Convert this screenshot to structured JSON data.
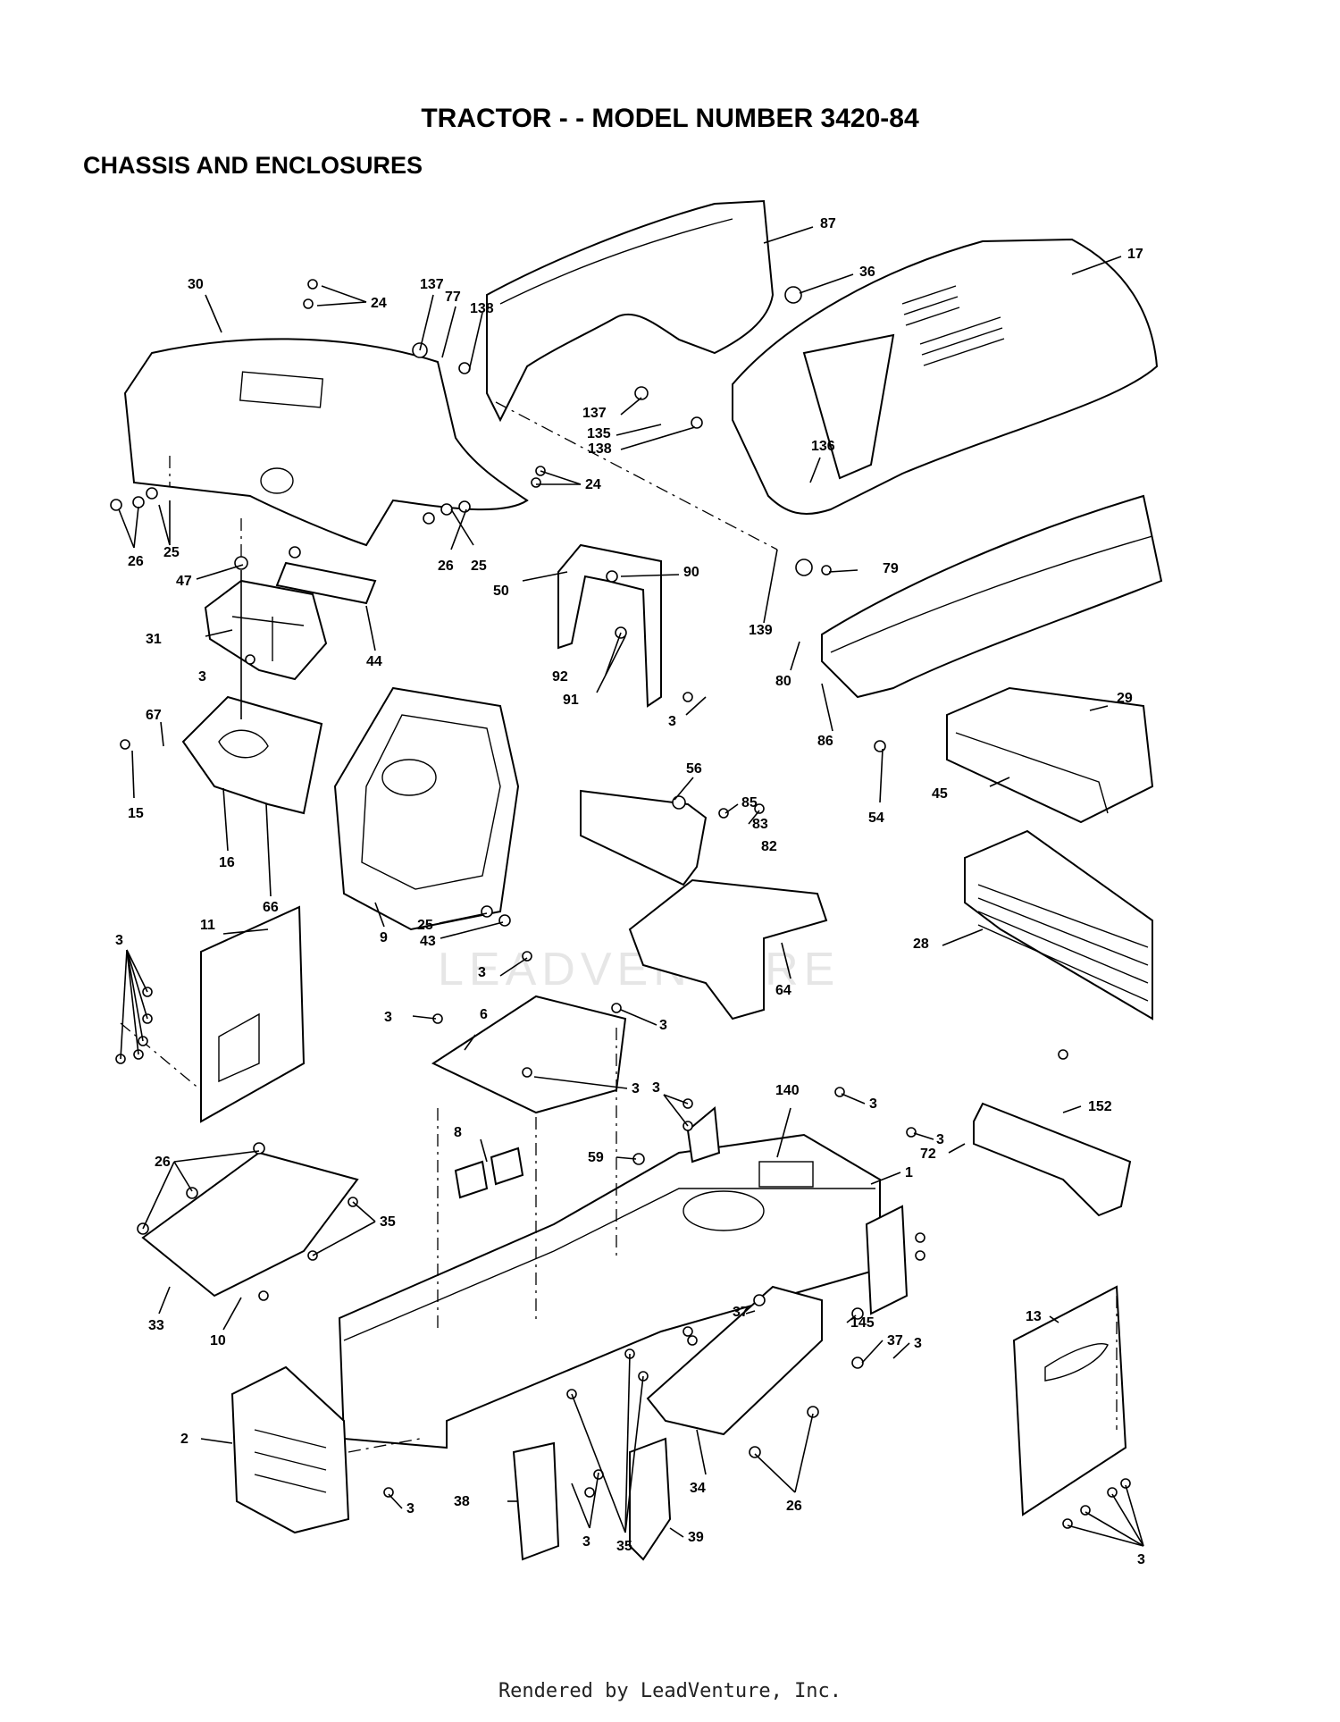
{
  "header": {
    "title": "TRACTOR - - MODEL NUMBER 3420-84",
    "section": "CHASSIS AND ENCLOSURES"
  },
  "watermark": "LEADVENTURE",
  "footer": "Rendered by LeadVenture, Inc.",
  "callouts": [
    "87",
    "36",
    "17",
    "137",
    "77",
    "138",
    "30",
    "24",
    "137",
    "135",
    "138",
    "136",
    "24",
    "25",
    "26",
    "26",
    "25",
    "47",
    "44",
    "31",
    "50",
    "90",
    "139",
    "80",
    "79",
    "92",
    "91",
    "86",
    "3",
    "3",
    "67",
    "15",
    "16",
    "66",
    "9",
    "25",
    "43",
    "56",
    "85",
    "83",
    "82",
    "29",
    "54",
    "45",
    "28",
    "64",
    "11",
    "3",
    "3",
    "6",
    "3",
    "3",
    "3",
    "8",
    "59",
    "3",
    "140",
    "3",
    "3",
    "72",
    "152",
    "1",
    "26",
    "35",
    "33",
    "10",
    "37",
    "145",
    "37",
    "3",
    "13",
    "2",
    "3",
    "38",
    "3",
    "35",
    "39",
    "34",
    "26",
    "3"
  ]
}
